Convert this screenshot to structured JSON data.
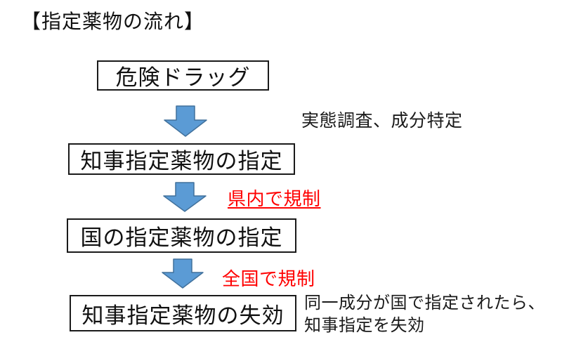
{
  "title": "【指定薬物の流れ】",
  "colors": {
    "arrow_fill": "#5B9BD5",
    "arrow_border": "#41719C",
    "red_text": "#FF0000",
    "box_border": "#1A1A1A",
    "background": "#FFFFFF"
  },
  "flow": {
    "boxes": [
      {
        "label": "危険ドラッグ"
      },
      {
        "label": "知事指定薬物の指定"
      },
      {
        "label": "国の指定薬物の指定"
      },
      {
        "label": "知事指定薬物の失効"
      }
    ],
    "arrows": [
      {
        "annotation": "実態調査、成分特定",
        "annotation_style": "black"
      },
      {
        "annotation": "県内で規制",
        "annotation_style": "red-underline"
      },
      {
        "annotation": "全国で規制",
        "annotation_style": "red"
      }
    ],
    "note": {
      "line1": "同一成分が国で指定されたら、",
      "line2": "知事指定を失効"
    }
  }
}
